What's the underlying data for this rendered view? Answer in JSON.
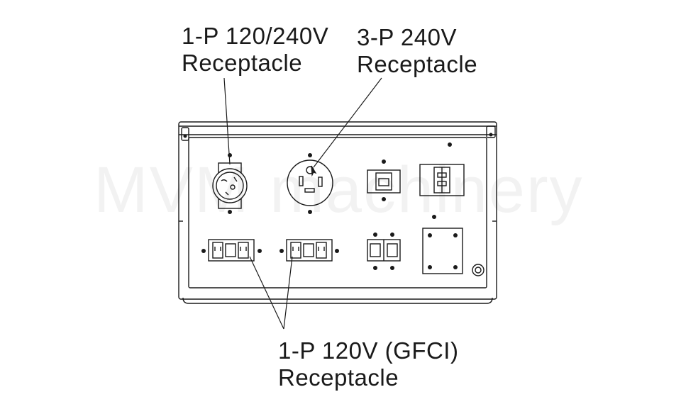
{
  "callouts": {
    "twist_lock": {
      "line1": "1-P 120/240V",
      "line2": "Receptacle"
    },
    "three_phase": {
      "line1": "3-P 240V",
      "line2": "Receptacle"
    },
    "gfci": {
      "line1": "1-P 120V (GFCI)",
      "line2": "Receptacle"
    }
  },
  "watermark": "MVM machinery",
  "colors": {
    "line": "#1a1a1a",
    "background": "#ffffff"
  }
}
